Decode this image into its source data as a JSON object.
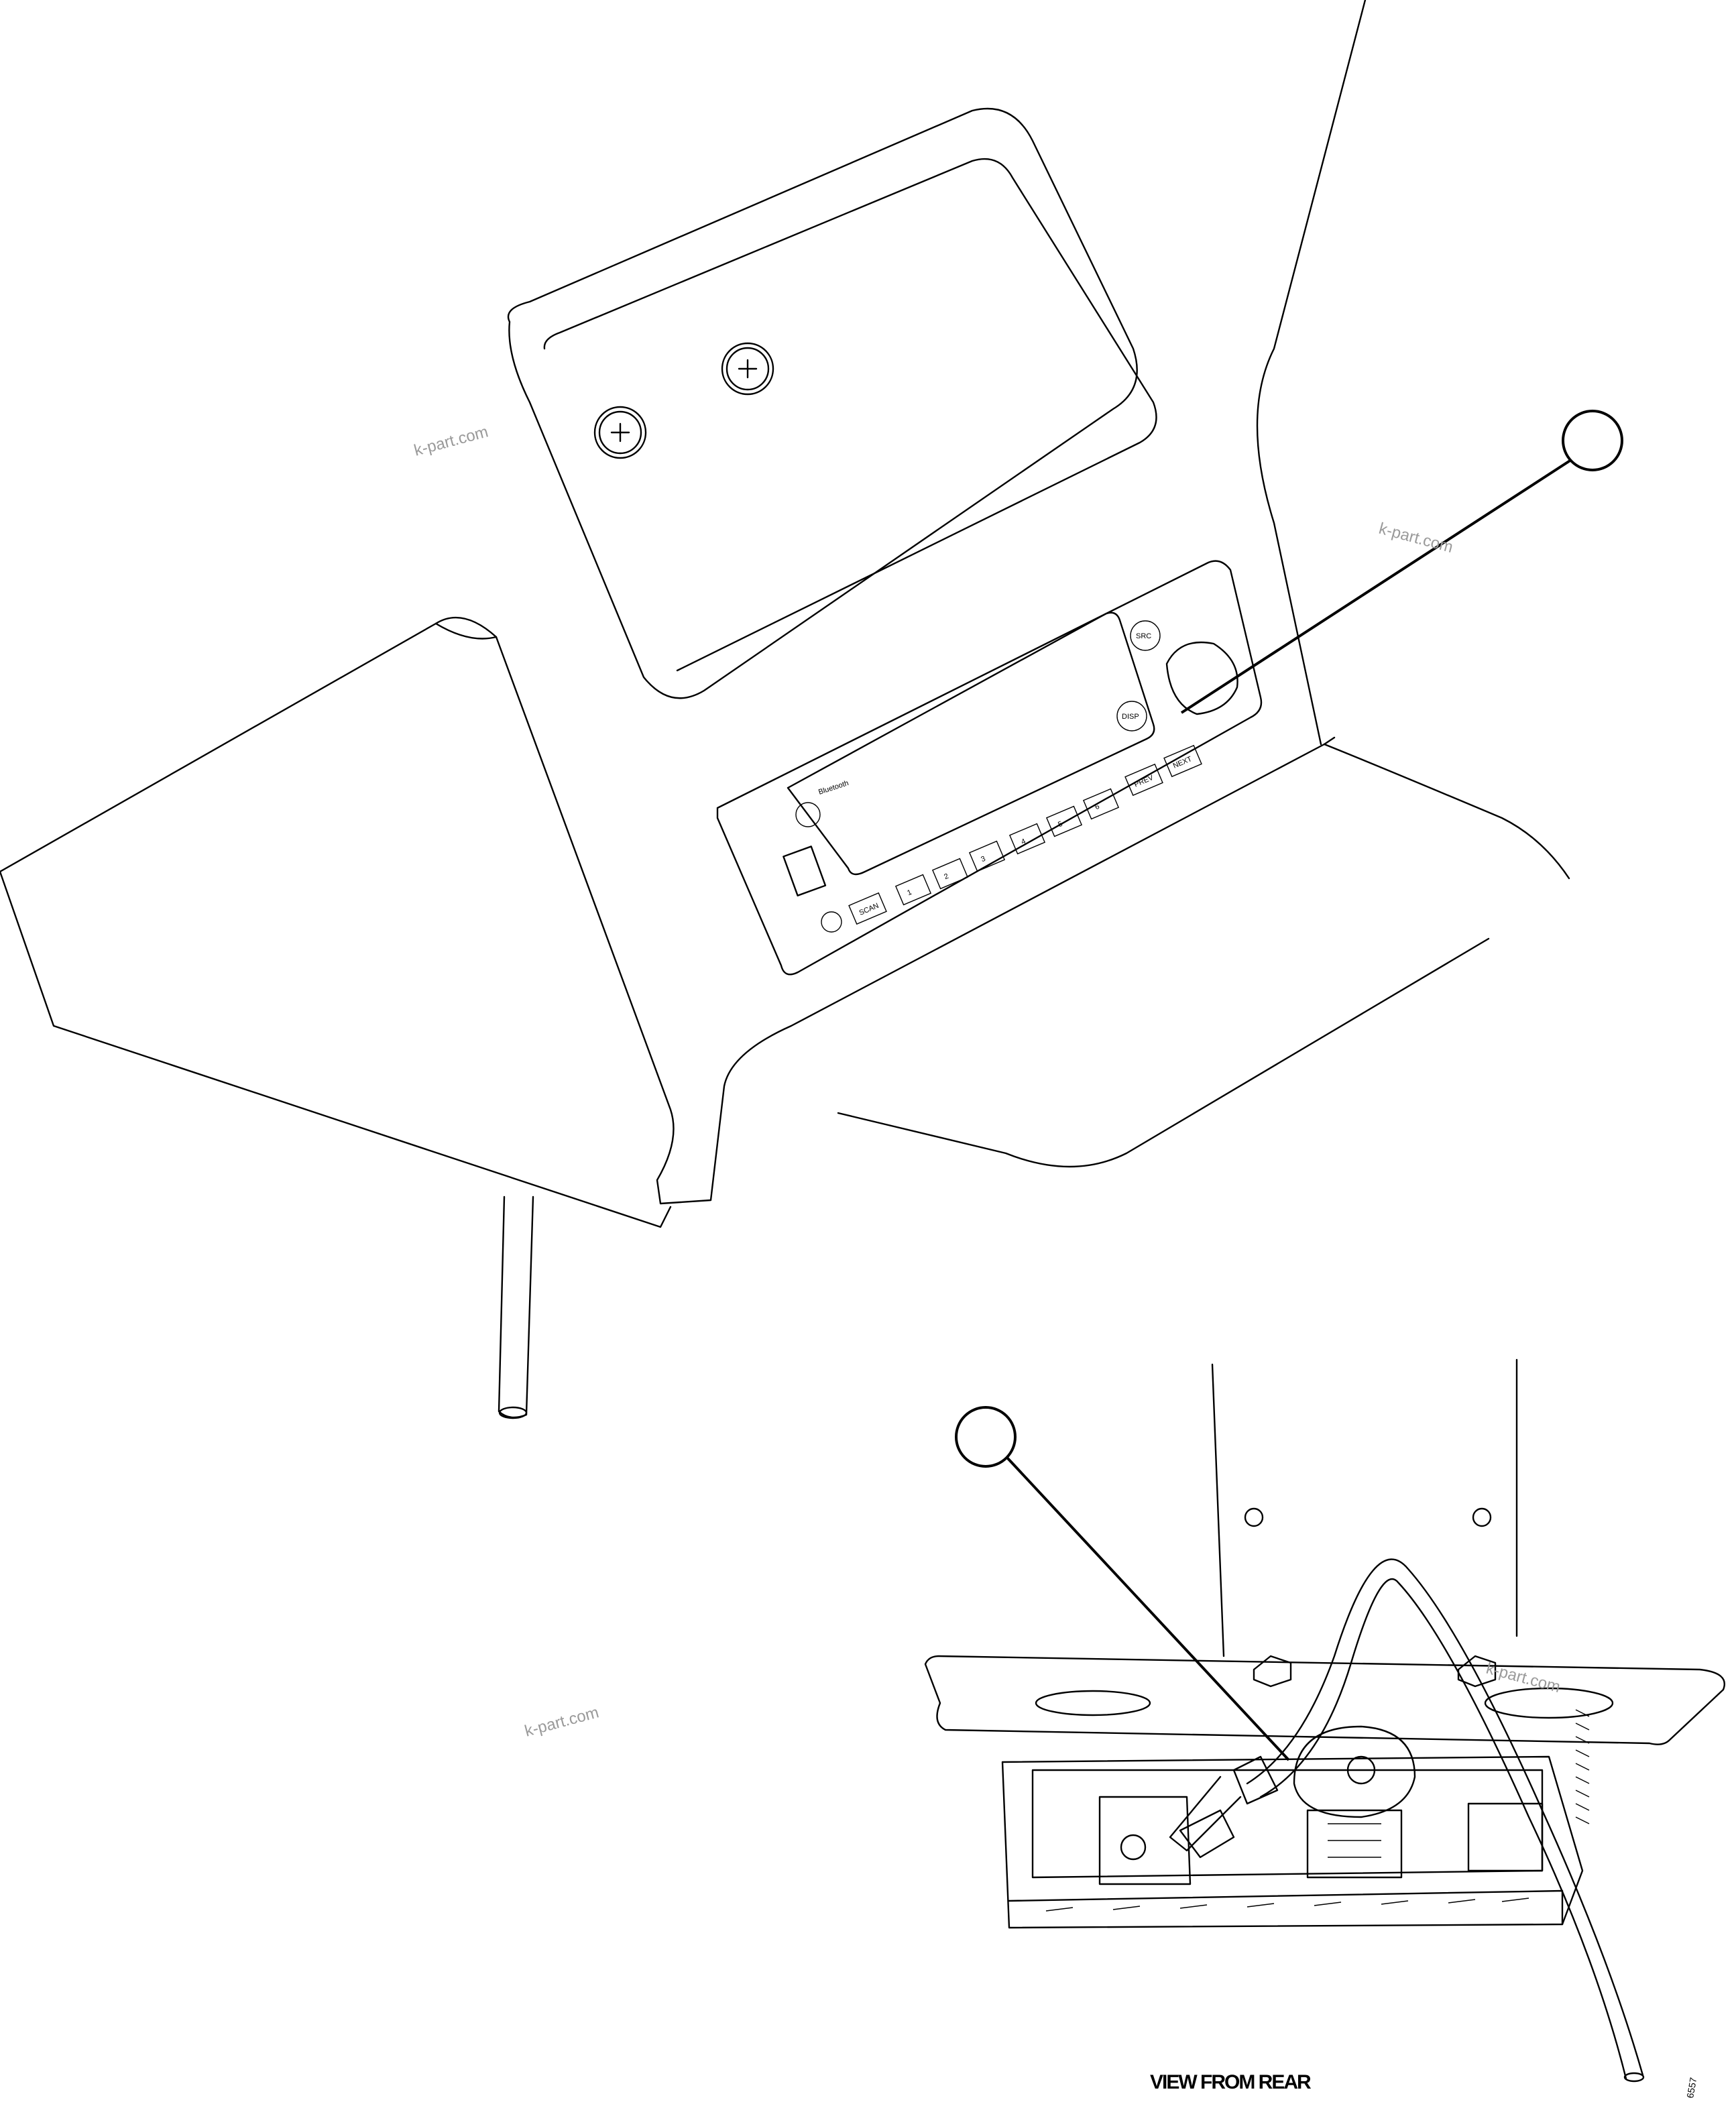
{
  "watermark": "k-part.com",
  "caption": "VIEW FROM REAR",
  "figure_code": "6557",
  "radio_labels": {
    "scan": "SCAN",
    "preset_1": "1",
    "preset_2": "2",
    "preset_3": "3",
    "preset_4": "4",
    "preset_5": "5",
    "preset_6": "6",
    "prev": "PREV",
    "next": "NEXT",
    "disp": "DISP",
    "src": "SRC",
    "bluetooth": "Bluetooth"
  }
}
